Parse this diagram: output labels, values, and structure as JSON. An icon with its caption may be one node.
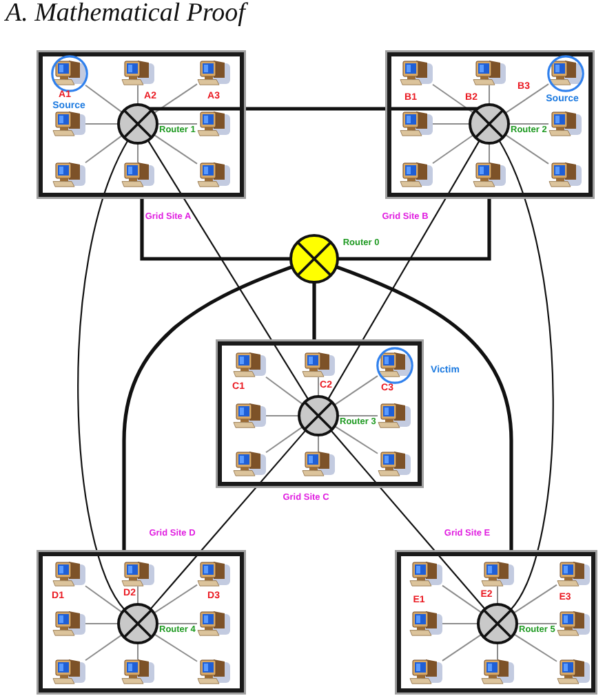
{
  "diagram": {
    "title": "A. Mathematical Proof",
    "nodes": [
      {
        "text": [
          "Grid Site A"
        ]
      },
      {
        "text": [],
        "shape": "circle",
        "in": 0,
        "beside": [
          "Router 1"
        ]
      },
      {
        "text": [],
        "shape": "computer",
        "in": 0,
        "beside": [
          "A1",
          "Source"
        ]
      },
      {
        "text": [],
        "shape": "computer",
        "in": 0,
        "beside": [
          "A2"
        ]
      },
      {
        "text": [],
        "shape": "computer",
        "in": 0,
        "beside": [
          "A3"
        ]
      },
      {
        "text": [],
        "shape": "computer",
        "in": 0
      },
      {
        "text": [],
        "shape": "computer",
        "in": 0
      },
      {
        "text": [],
        "shape": "computer",
        "in": 0
      },
      {
        "text": [],
        "shape": "computer",
        "in": 0
      },
      {
        "text": [],
        "shape": "computer",
        "in": 0
      },
      {
        "text": [
          "Grid Site B"
        ]
      },
      {
        "text": [],
        "shape": "circle",
        "in": 10,
        "beside": [
          "Router 2"
        ]
      },
      {
        "text": [],
        "shape": "computer",
        "in": 10,
        "beside": [
          "B1"
        ]
      },
      {
        "text": [],
        "shape": "computer",
        "in": 10,
        "beside": [
          "B2"
        ]
      },
      {
        "text": [],
        "shape": "computer",
        "in": 10,
        "beside": [
          "B3",
          "Source"
        ]
      },
      {
        "text": [],
        "shape": "computer",
        "in": 10
      },
      {
        "text": [],
        "shape": "computer",
        "in": 10
      },
      {
        "text": [],
        "shape": "computer",
        "in": 10
      },
      {
        "text": [],
        "shape": "computer",
        "in": 10
      },
      {
        "text": [],
        "shape": "computer",
        "in": 10
      },
      {
        "text": [],
        "shape": "circle",
        "beside": [
          "Router 0"
        ]
      },
      {
        "text": [
          "Grid Site C"
        ]
      },
      {
        "text": [],
        "shape": "circle",
        "in": 21,
        "beside": [
          "Router 3"
        ]
      },
      {
        "text": [],
        "shape": "computer",
        "in": 21,
        "beside": [
          "C1"
        ]
      },
      {
        "text": [],
        "shape": "computer",
        "in": 21,
        "beside": [
          "C2"
        ]
      },
      {
        "text": [],
        "shape": "computer",
        "in": 21,
        "beside": [
          "C3",
          "Victim"
        ]
      },
      {
        "text": [],
        "shape": "computer",
        "in": 21
      },
      {
        "text": [],
        "shape": "computer",
        "in": 21
      },
      {
        "text": [],
        "shape": "computer",
        "in": 21
      },
      {
        "text": [],
        "shape": "computer",
        "in": 21
      },
      {
        "text": [],
        "shape": "computer",
        "in": 21
      },
      {
        "text": [
          "Grid Site D"
        ]
      },
      {
        "text": [],
        "shape": "circle",
        "in": 31,
        "beside": [
          "Router 4"
        ]
      },
      {
        "text": [],
        "shape": "computer",
        "in": 31,
        "beside": [
          "D1"
        ]
      },
      {
        "text": [],
        "shape": "computer",
        "in": 31,
        "beside": [
          "D2"
        ]
      },
      {
        "text": [],
        "shape": "computer",
        "in": 31,
        "beside": [
          "D3"
        ]
      },
      {
        "text": [],
        "shape": "computer",
        "in": 31
      },
      {
        "text": [],
        "shape": "computer",
        "in": 31
      },
      {
        "text": [],
        "shape": "computer",
        "in": 31
      },
      {
        "text": [],
        "shape": "computer",
        "in": 31
      },
      {
        "text": [],
        "shape": "computer",
        "in": 31
      },
      {
        "text": [
          "Grid Site E"
        ]
      },
      {
        "text": [],
        "shape": "circle",
        "in": 41,
        "beside": [
          "Router 5"
        ]
      },
      {
        "text": [],
        "shape": "computer",
        "in": 41,
        "beside": [
          "E1"
        ]
      },
      {
        "text": [],
        "shape": "computer",
        "in": 41,
        "beside": [
          "E2"
        ]
      },
      {
        "text": [],
        "shape": "computer",
        "in": 41,
        "beside": [
          "E3"
        ]
      },
      {
        "text": [],
        "shape": "computer",
        "in": 41
      },
      {
        "text": [],
        "shape": "computer",
        "in": 41
      },
      {
        "text": [],
        "shape": "computer",
        "in": 41
      },
      {
        "text": [],
        "shape": "computer",
        "in": 41
      },
      {
        "text": [],
        "shape": "computer",
        "in": 41
      }
    ],
    "edges": [
      {
        "from": 1,
        "to": 2,
        "arrow": "none"
      },
      {
        "from": 1,
        "to": 3,
        "arrow": "none"
      },
      {
        "from": 1,
        "to": 4,
        "arrow": "none"
      },
      {
        "from": 1,
        "to": 5,
        "arrow": "none"
      },
      {
        "from": 1,
        "to": 6,
        "arrow": "none"
      },
      {
        "from": 1,
        "to": 7,
        "arrow": "none"
      },
      {
        "from": 1,
        "to": 8,
        "arrow": "none"
      },
      {
        "from": 1,
        "to": 9,
        "arrow": "none"
      },
      {
        "from": 11,
        "to": 12,
        "arrow": "none"
      },
      {
        "from": 11,
        "to": 13,
        "arrow": "none"
      },
      {
        "from": 11,
        "to": 14,
        "arrow": "none"
      },
      {
        "from": 11,
        "to": 15,
        "arrow": "none"
      },
      {
        "from": 11,
        "to": 16,
        "arrow": "none"
      },
      {
        "from": 11,
        "to": 17,
        "arrow": "none"
      },
      {
        "from": 11,
        "to": 18,
        "arrow": "none"
      },
      {
        "from": 11,
        "to": 19,
        "arrow": "none"
      },
      {
        "from": 22,
        "to": 23,
        "arrow": "none"
      },
      {
        "from": 22,
        "to": 24,
        "arrow": "none"
      },
      {
        "from": 22,
        "to": 25,
        "arrow": "none"
      },
      {
        "from": 22,
        "to": 26,
        "arrow": "none"
      },
      {
        "from": 22,
        "to": 27,
        "arrow": "none"
      },
      {
        "from": 22,
        "to": 28,
        "arrow": "none"
      },
      {
        "from": 22,
        "to": 29,
        "arrow": "none"
      },
      {
        "from": 22,
        "to": 30,
        "arrow": "none"
      },
      {
        "from": 32,
        "to": 33,
        "arrow": "none"
      },
      {
        "from": 32,
        "to": 34,
        "arrow": "none"
      },
      {
        "from": 32,
        "to": 35,
        "arrow": "none"
      },
      {
        "from": 32,
        "to": 36,
        "arrow": "none"
      },
      {
        "from": 32,
        "to": 37,
        "arrow": "none"
      },
      {
        "from": 32,
        "to": 38,
        "arrow": "none"
      },
      {
        "from": 32,
        "to": 39,
        "arrow": "none"
      },
      {
        "from": 32,
        "to": 40,
        "arrow": "none"
      },
      {
        "from": 42,
        "to": 43,
        "arrow": "none"
      },
      {
        "from": 42,
        "to": 44,
        "arrow": "none"
      },
      {
        "from": 42,
        "to": 45,
        "arrow": "none"
      },
      {
        "from": 42,
        "to": 46,
        "arrow": "none"
      },
      {
        "from": 42,
        "to": 47,
        "arrow": "none"
      },
      {
        "from": 42,
        "to": 48,
        "arrow": "none"
      },
      {
        "from": 42,
        "to": 49,
        "arrow": "none"
      },
      {
        "from": 42,
        "to": 50,
        "arrow": "none"
      },
      {
        "from": 1,
        "to": 11,
        "arrow": "none",
        "style": "thick",
        "color": "#111111"
      },
      {
        "from": 0,
        "to": 20,
        "arrow": "none",
        "style": "thick",
        "color": "#111111"
      },
      {
        "from": 10,
        "to": 20,
        "arrow": "none",
        "style": "thick",
        "color": "#111111"
      },
      {
        "from": 20,
        "to": 21,
        "arrow": "none",
        "style": "thick",
        "color": "#111111"
      },
      {
        "from": 20,
        "to": 31,
        "arrow": "none",
        "style": "thick",
        "color": "#111111"
      },
      {
        "from": 20,
        "to": 41,
        "arrow": "none",
        "style": "thick",
        "color": "#111111"
      },
      {
        "from": 1,
        "to": 22,
        "arrow": "none",
        "color": "#111111"
      },
      {
        "from": 11,
        "to": 22,
        "arrow": "none",
        "color": "#111111"
      },
      {
        "from": 22,
        "to": 32,
        "arrow": "none",
        "color": "#111111"
      },
      {
        "from": 22,
        "to": 42,
        "arrow": "none",
        "color": "#111111"
      },
      {
        "from": 1,
        "to": 32,
        "arrow": "none",
        "color": "#111111"
      },
      {
        "from": 11,
        "to": 42,
        "arrow": "none",
        "color": "#111111"
      }
    ]
  }
}
